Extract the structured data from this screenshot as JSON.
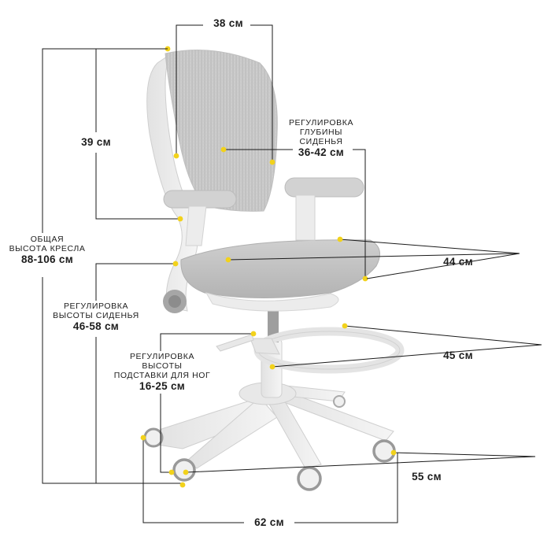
{
  "colors": {
    "line": "#1a1a1a",
    "marker": "#f2d21b",
    "chair_mesh": "#c9c9c9",
    "chair_frame": "#ececec",
    "chair_shadow": "#a9a9a9",
    "wheel": "#9a9a9a"
  },
  "dimensions": {
    "back_width": "38 см",
    "back_height": "39 см",
    "total_height": {
      "caption_line1": "ОБЩАЯ",
      "caption_line2": "ВЫСОТА КРЕСЛА",
      "value": "88-106 см"
    },
    "seat_depth": {
      "caption_line1": "РЕГУЛИРОВКА",
      "caption_line2": "ГЛУБИНЫ",
      "caption_line3": "СИДЕНЬЯ",
      "value": "36-42 см"
    },
    "seat_width": "44 см",
    "seat_height": {
      "caption_line1": "РЕГУЛИРОВКА",
      "caption_line2": "ВЫСОТЫ СИДЕНЬЯ",
      "value": "46-58 см"
    },
    "footrest_height": {
      "caption_line1": "РЕГУЛИРОВКА",
      "caption_line2": "ВЫСОТЫ",
      "caption_line3": "ПОДСТАВКИ ДЛЯ НОГ",
      "value": "16-25 см"
    },
    "footrest_width": "45 см",
    "base_depth": "55 см",
    "base_width": "62 см"
  }
}
